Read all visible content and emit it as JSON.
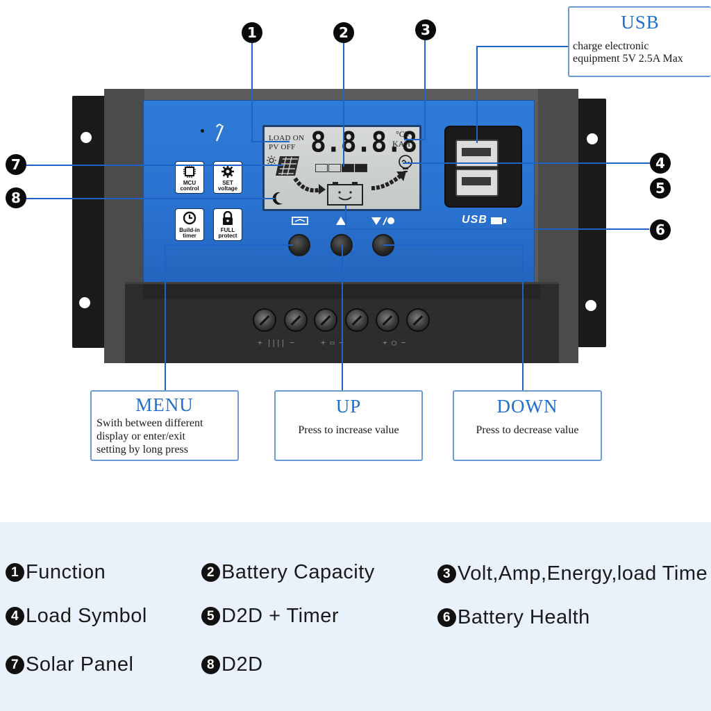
{
  "device": {
    "lcd": {
      "load_status_1": "LOAD ON",
      "load_status_2": "PV OFF",
      "digits": "8.8.8.8",
      "unit_1": "°CV",
      "unit_2": "KAH"
    },
    "features": [
      {
        "label_1": "MCU",
        "label_2": "control"
      },
      {
        "label_1": "SET",
        "label_2": "voltage"
      },
      {
        "label_1": "Build-in",
        "label_2": "timer"
      },
      {
        "label_1": "FULL",
        "label_2": "protect"
      }
    ],
    "usb_logo": "USB",
    "terminal_labels": [
      "+ |||| −",
      "+ ▭ −",
      "+ ◯ −"
    ]
  },
  "markers": [
    "1",
    "2",
    "3",
    "4",
    "5",
    "6",
    "7",
    "8"
  ],
  "callouts": {
    "usb": {
      "title": "USB",
      "desc_1": "charge electronic",
      "desc_2": "equipment 5V 2.5A Max"
    },
    "menu": {
      "title": "MENU",
      "desc_1": "Swith between different",
      "desc_2": "display or enter/exit",
      "desc_3": "setting by long press"
    },
    "up": {
      "title": "UP",
      "desc_1": "Press to increase value"
    },
    "down": {
      "title": "DOWN",
      "desc_1": "Press to decrease value"
    }
  },
  "legend": [
    {
      "num": "1",
      "label": "Function"
    },
    {
      "num": "2",
      "label": "Battery Capacity"
    },
    {
      "num": "3",
      "label": "Volt,Amp,Energy,load Time"
    },
    {
      "num": "4",
      "label": "Load Symbol"
    },
    {
      "num": "5",
      "label": "D2D + Timer"
    },
    {
      "num": "6",
      "label": "Battery Health"
    },
    {
      "num": "7",
      "label": "Solar Panel"
    },
    {
      "num": "8",
      "label": "D2D"
    }
  ],
  "colors": {
    "accent_blue": "#1e63c5",
    "face_blue": "#2e7bd8",
    "callout_border": "#6a9bd4",
    "legend_bg": "#e9f1fb"
  }
}
